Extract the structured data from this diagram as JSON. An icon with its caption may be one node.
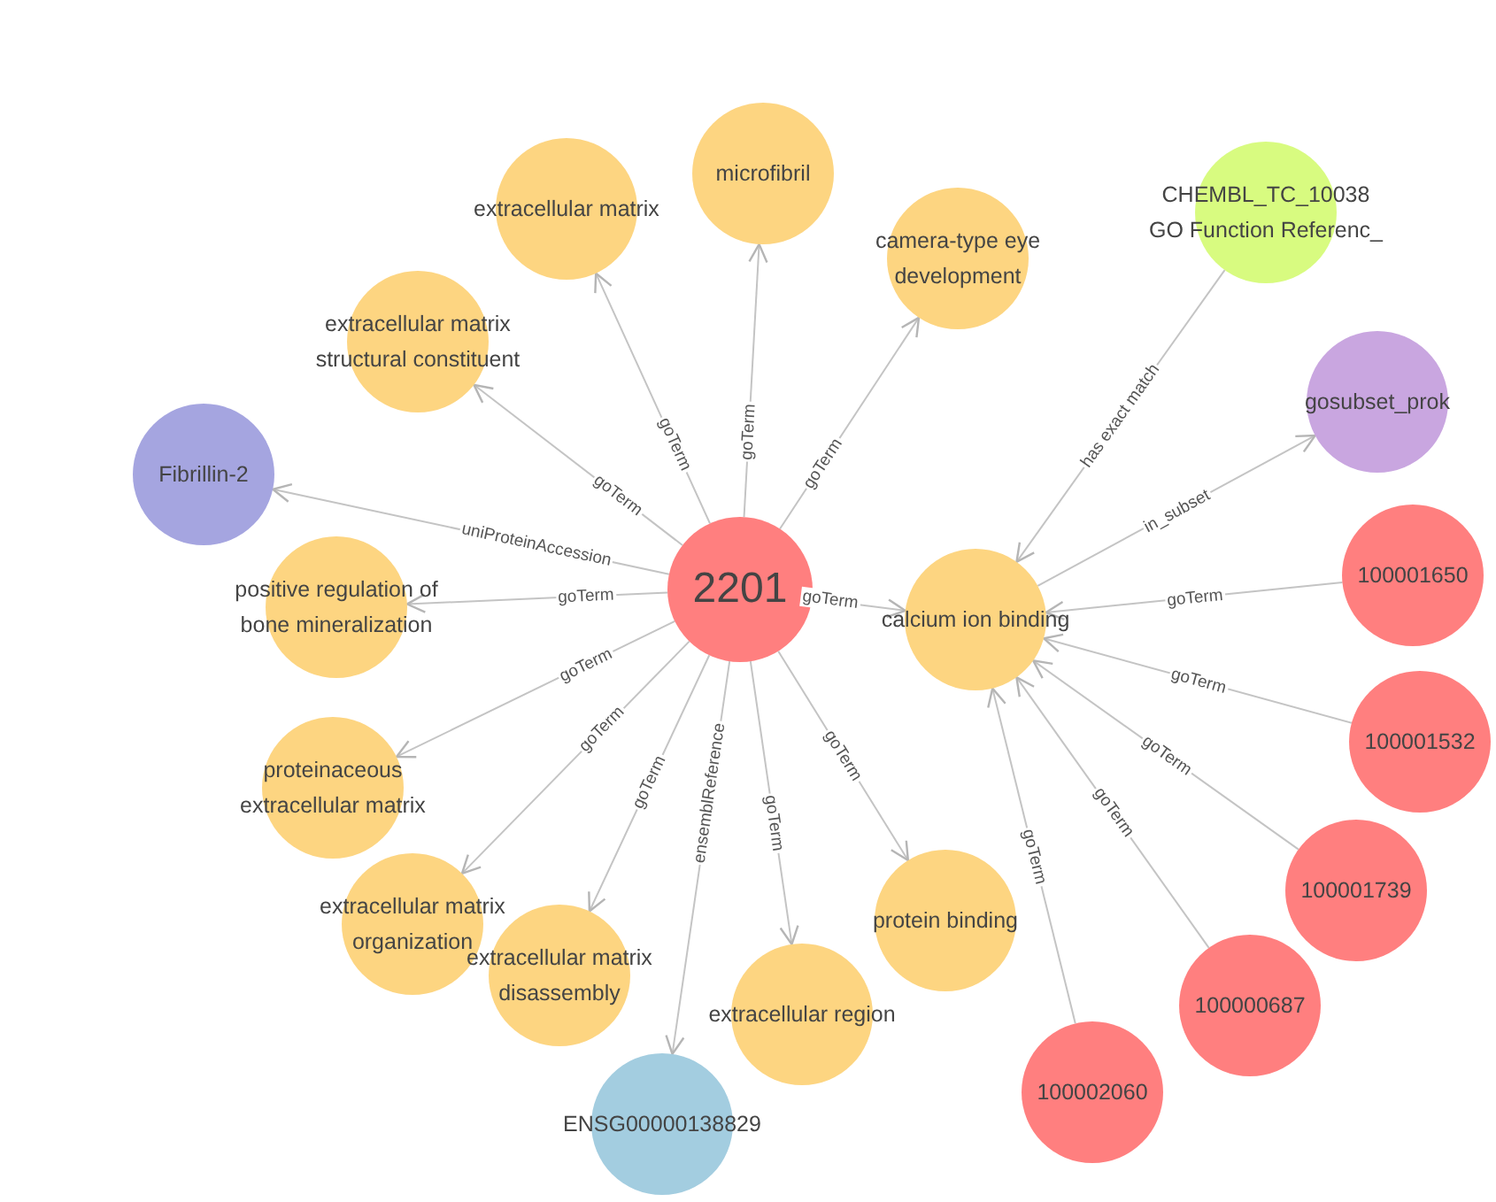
{
  "diagram": {
    "nodes": [
      {
        "text": [
          "2201"
        ]
      },
      {
        "text": [
          "extracellular matrix"
        ]
      },
      {
        "text": [
          "microfibril"
        ]
      },
      {
        "text": [
          "camera-type eye development"
        ]
      },
      {
        "text": [
          "CHEMBL_TC_10038",
          "GO Function Referenc_"
        ]
      },
      {
        "text": [
          "extracellular matrix structural constituent"
        ]
      },
      {
        "text": [
          "gosubset_prok"
        ]
      },
      {
        "text": [
          "Fibrillin-2"
        ]
      },
      {
        "text": [
          "positive regulation of bone mineralization"
        ]
      },
      {
        "text": [
          "calcium ion binding"
        ]
      },
      {
        "text": [
          "100001650"
        ]
      },
      {
        "text": [
          "proteinaceous extracellular matrix"
        ]
      },
      {
        "text": [
          "100001532"
        ]
      },
      {
        "text": [
          "extracellular matrix organization"
        ]
      },
      {
        "text": [
          "protein binding"
        ]
      },
      {
        "text": [
          "100001739"
        ]
      },
      {
        "text": [
          "extracellular matrix disassembly"
        ]
      },
      {
        "text": [
          "extracellular region"
        ]
      },
      {
        "text": [
          "100000687"
        ]
      },
      {
        "text": [
          "100002060"
        ]
      },
      {
        "text": [
          "ENSG00000138829"
        ]
      }
    ],
    "edges": [
      {
        "from": 0,
        "to": 1,
        "arrow": "to",
        "label": "goTerm"
      },
      {
        "from": 0,
        "to": 2,
        "arrow": "to",
        "label": "goTerm"
      },
      {
        "from": 0,
        "to": 3,
        "arrow": "to",
        "label": "goTerm"
      },
      {
        "from": 0,
        "to": 5,
        "arrow": "to",
        "label": "goTerm"
      },
      {
        "from": 0,
        "to": 7,
        "arrow": "to",
        "label": "uniProteinAccession"
      },
      {
        "from": 0,
        "to": 8,
        "arrow": "to",
        "label": "goTerm"
      },
      {
        "from": 0,
        "to": 9,
        "arrow": "to",
        "label": "goTerm"
      },
      {
        "from": 0,
        "to": 11,
        "arrow": "to",
        "label": "goTerm"
      },
      {
        "from": 0,
        "to": 13,
        "arrow": "to",
        "label": "goTerm"
      },
      {
        "from": 0,
        "to": 16,
        "arrow": "to",
        "label": "goTerm"
      },
      {
        "from": 0,
        "to": 20,
        "arrow": "to",
        "label": "ensemblReference"
      },
      {
        "from": 0,
        "to": 17,
        "arrow": "to",
        "label": "goTerm"
      },
      {
        "from": 0,
        "to": 14,
        "arrow": "to",
        "label": "goTerm"
      },
      {
        "from": 4,
        "to": 9,
        "arrow": "to",
        "label": "has exact match"
      },
      {
        "from": 9,
        "to": 6,
        "arrow": "to",
        "label": "in_subset"
      },
      {
        "from": 10,
        "to": 9,
        "arrow": "to",
        "label": "goTerm"
      },
      {
        "from": 12,
        "to": 9,
        "arrow": "to",
        "label": "goTerm"
      },
      {
        "from": 15,
        "to": 9,
        "arrow": "to",
        "label": "goTerm"
      },
      {
        "from": 18,
        "to": 9,
        "arrow": "to",
        "label": "goTerm"
      },
      {
        "from": 19,
        "to": 9,
        "arrow": "to",
        "label": "goTerm"
      }
    ]
  }
}
